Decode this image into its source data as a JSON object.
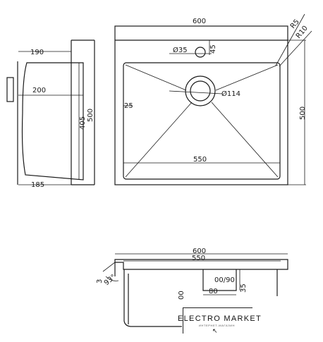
{
  "top_view": {
    "overall_width": "600",
    "overall_depth": "500",
    "corner_radius_outer": "R5",
    "corner_radius_inner": "R10",
    "tap_hole": "Ø35",
    "tap_offset": "45",
    "drain": "Ø114",
    "bowl_width": "550",
    "bowl_inset": "25",
    "side_depth": "500"
  },
  "side_view": {
    "top_width": "190",
    "mid_width": "200",
    "bottom_width": "185",
    "bowl_depth": "405",
    "overall_depth": "500"
  },
  "section_view": {
    "overall_width": "600",
    "bowl_width": "550",
    "drain_label": "00/90",
    "drain_width": "80",
    "drain_depth": "35",
    "drain_dim_partial": "00",
    "rim_angle": "93°",
    "rim_thickness": "3"
  },
  "watermark": {
    "title": "ELECTRO MARKET",
    "subtitle": "ИНТЕРНЕТ-МАГАЗИН"
  }
}
